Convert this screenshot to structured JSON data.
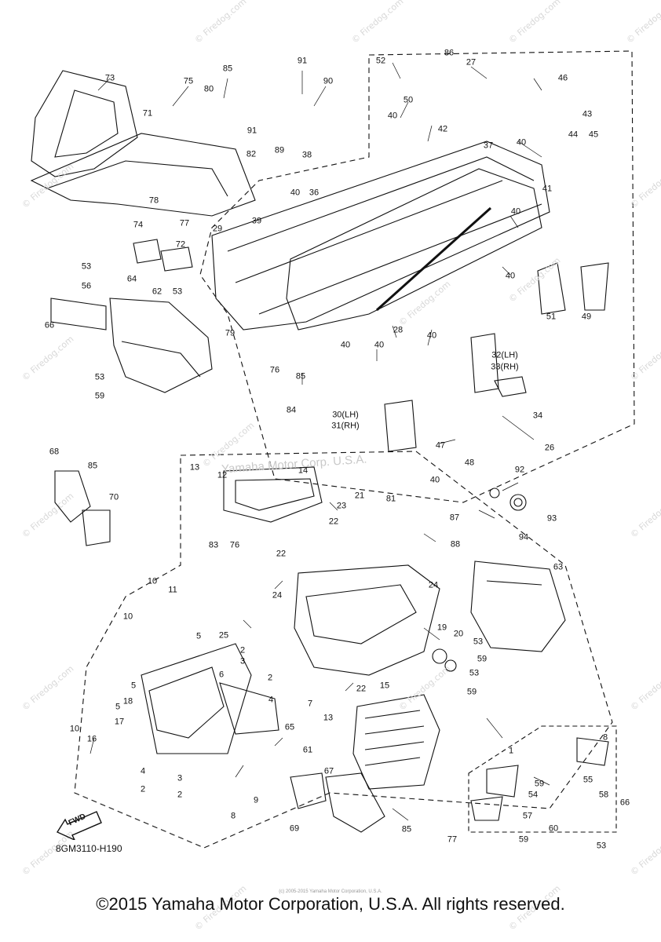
{
  "diagram": {
    "code": "8GM3110-H190",
    "fwd_label": "FWD",
    "center_watermark": "Yamaha Motor Corp. U.S.A.",
    "copyright": "©2015 Yamaha Motor Corporation, U.S.A. All rights reserved.",
    "tiny_copyright": "(c) 2005-2015 Yamaha Motor Corporation, U.S.A.",
    "watermark": "© Firedog.com",
    "callouts": [
      "73",
      "85",
      "75",
      "80",
      "91",
      "90",
      "52",
      "86",
      "27",
      "46",
      "71",
      "50",
      "40",
      "43",
      "91",
      "89",
      "82",
      "38",
      "42",
      "37",
      "40",
      "44",
      "45",
      "36",
      "40",
      "41",
      "78",
      "77",
      "29",
      "39",
      "40",
      "74",
      "72",
      "53",
      "56",
      "40",
      "64",
      "62",
      "53",
      "40",
      "51",
      "49",
      "66",
      "79",
      "28",
      "40",
      "40",
      "32(LH)",
      "33(RH)",
      "76",
      "85",
      "53",
      "59",
      "84",
      "34",
      "30(LH)",
      "31(RH)",
      "47",
      "48",
      "26",
      "40",
      "68",
      "85",
      "13",
      "12",
      "14",
      "92",
      "70",
      "21",
      "81",
      "87",
      "23",
      "22",
      "93",
      "94",
      "83",
      "76",
      "88",
      "22",
      "63",
      "24",
      "10",
      "11",
      "24",
      "25",
      "10",
      "19",
      "20",
      "5",
      "53",
      "59",
      "2",
      "3",
      "22",
      "53",
      "59",
      "5",
      "6",
      "2",
      "4",
      "15",
      "18",
      "5",
      "7",
      "17",
      "13",
      "65",
      "1",
      "10",
      "16",
      "61",
      "8",
      "55",
      "66",
      "4",
      "3",
      "2",
      "2",
      "9",
      "8",
      "67",
      "59",
      "54",
      "58",
      "57",
      "85",
      "60",
      "69",
      "77",
      "59",
      "53"
    ]
  }
}
